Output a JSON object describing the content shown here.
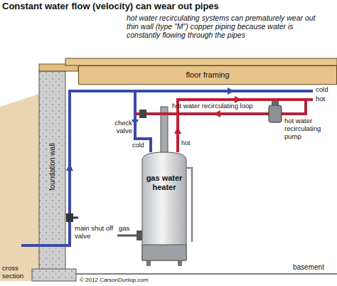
{
  "diagram": {
    "title": "Constant water flow (velocity) can wear out pipes",
    "nodes": [
      {
        "text": [
          "floor framing"
        ]
      },
      {
        "text": [
          "foundation wall"
        ]
      },
      {
        "text": [
          "gas water heater"
        ]
      }
    ],
    "labels": [
      "hot water recirculating systems can prematurely wear out thin wall (type \"M\") copper piping because water is constantly flowing through the pipes",
      "cold",
      "hot",
      "hot water recirculating loop",
      "hot water recirculating pump",
      "check valve",
      "cold",
      "hot",
      "gas",
      "main shut off valve",
      "cross section",
      "basement",
      "© 2012 CarsonDunlop.com"
    ]
  }
}
